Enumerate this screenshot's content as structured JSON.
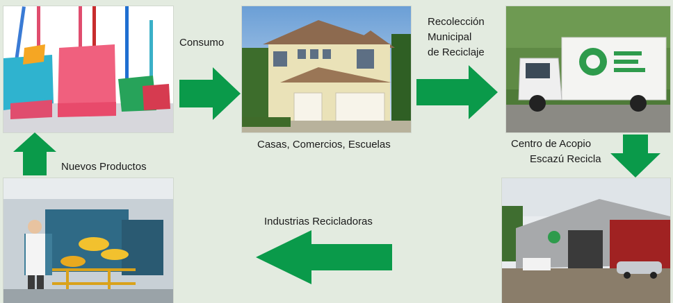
{
  "diagram": {
    "labels": {
      "consumo": "Consumo",
      "casas": "Casas, Comercios, Escuelas",
      "recoleccion_1": "Recolección",
      "recoleccion_2": "Municipal",
      "recoleccion_3": "de Reciclaje",
      "centro_1": "Centro de Acopio",
      "centro_2": "Escazú Recicla",
      "industrias": "Industrias Recicladoras",
      "nuevos": "Nuevos Productos"
    },
    "photos": {
      "brooms": "brooms-photo",
      "house": "house-photo",
      "truck": "recycling-truck-photo",
      "center": "collection-center-photo",
      "factory": "recycling-factory-photo"
    },
    "colors": {
      "background": "#e3ebe0",
      "arrow": "#0a9a4a"
    }
  }
}
